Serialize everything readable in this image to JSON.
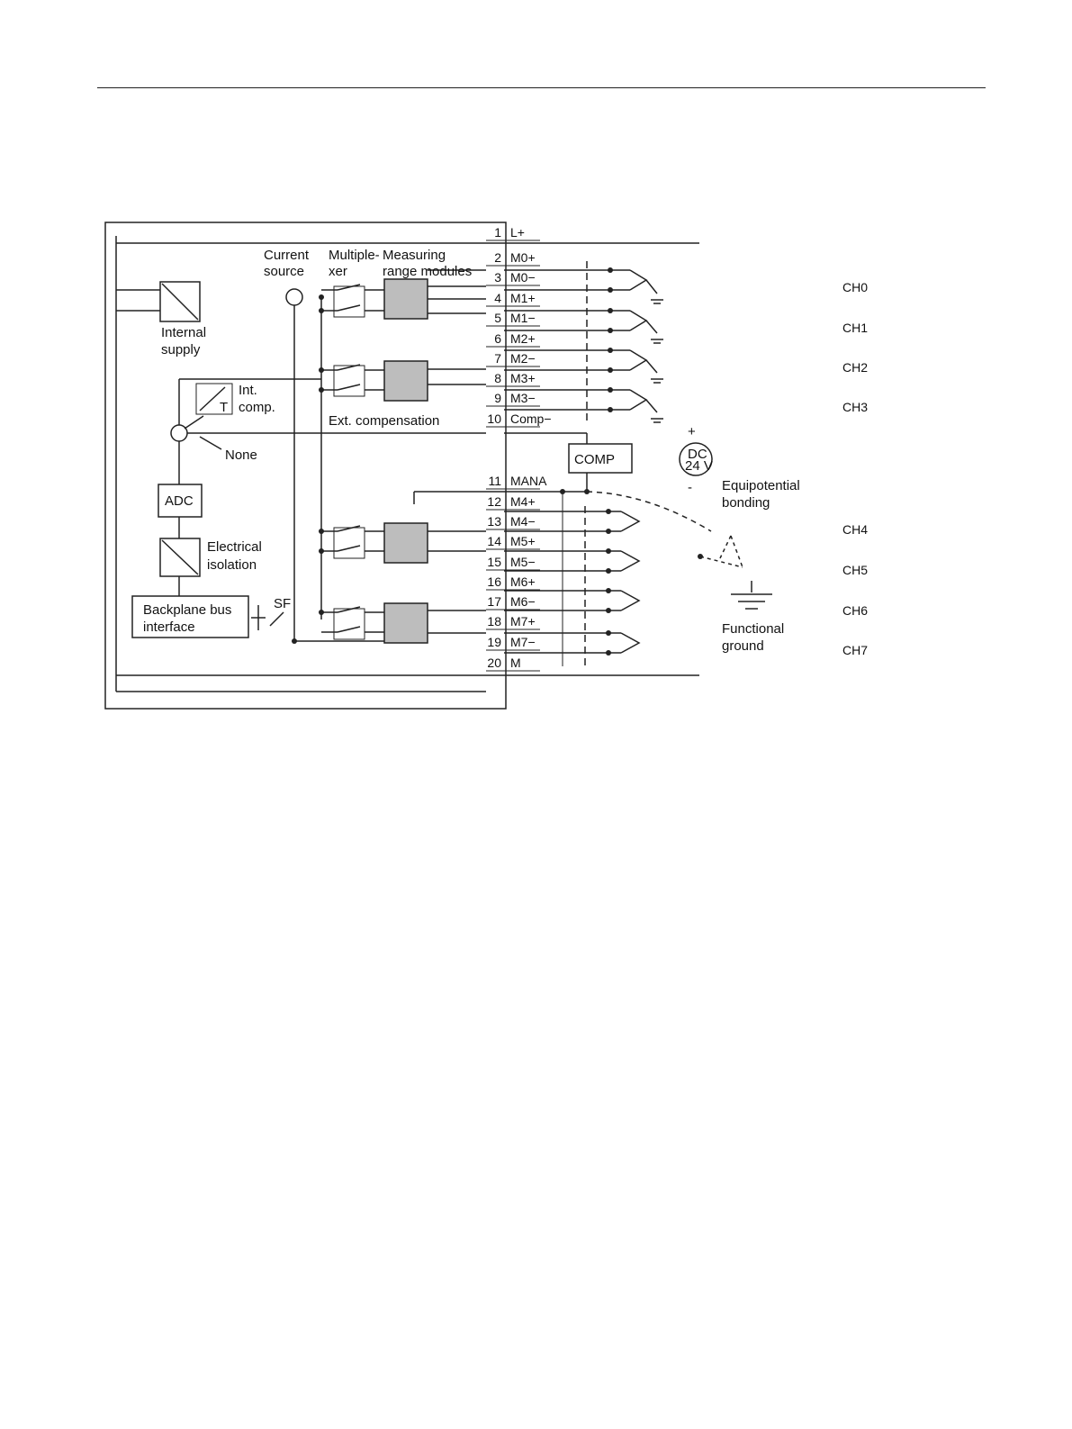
{
  "labels": {
    "internal_supply": [
      "Internal",
      "supply"
    ],
    "current_source": [
      "Current",
      "source"
    ],
    "multiplexer": [
      "Multiple-",
      "xer"
    ],
    "measuring": [
      "Measuring",
      "range modules"
    ],
    "int_comp": [
      "Int.",
      "comp."
    ],
    "t": "T",
    "none": "None",
    "ext_comp": "Ext. compensation",
    "adc": "ADC",
    "electrical_isolation": [
      "Electrical",
      "isolation"
    ],
    "backplane": [
      "Backplane bus",
      "interface"
    ],
    "sf": "SF",
    "comp": "COMP",
    "dc_supply": [
      "DC",
      "24 V"
    ],
    "plus": "+",
    "minus": "-",
    "equipotential": [
      "Equipotential",
      "bonding"
    ],
    "functional_ground": [
      "Functional",
      "ground"
    ]
  },
  "terminals": [
    {
      "num": "1",
      "sig": "L+"
    },
    {
      "num": "2",
      "sig": "M0+"
    },
    {
      "num": "3",
      "sig": "M0−"
    },
    {
      "num": "4",
      "sig": "M1+"
    },
    {
      "num": "5",
      "sig": "M1−"
    },
    {
      "num": "6",
      "sig": "M2+"
    },
    {
      "num": "7",
      "sig": "M2−"
    },
    {
      "num": "8",
      "sig": "M3+"
    },
    {
      "num": "9",
      "sig": "M3−"
    },
    {
      "num": "10",
      "sig": "Comp−"
    },
    {
      "num": "11",
      "sig": "MANA"
    },
    {
      "num": "12",
      "sig": "M4+"
    },
    {
      "num": "13",
      "sig": "M4−"
    },
    {
      "num": "14",
      "sig": "M5+"
    },
    {
      "num": "15",
      "sig": "M5−"
    },
    {
      "num": "16",
      "sig": "M6+"
    },
    {
      "num": "17",
      "sig": "M6−"
    },
    {
      "num": "18",
      "sig": "M7+"
    },
    {
      "num": "19",
      "sig": "M7−"
    },
    {
      "num": "20",
      "sig": "M"
    }
  ],
  "channels": [
    "CH0",
    "CH1",
    "CH2",
    "CH3",
    "CH4",
    "CH5",
    "CH6",
    "CH7"
  ]
}
